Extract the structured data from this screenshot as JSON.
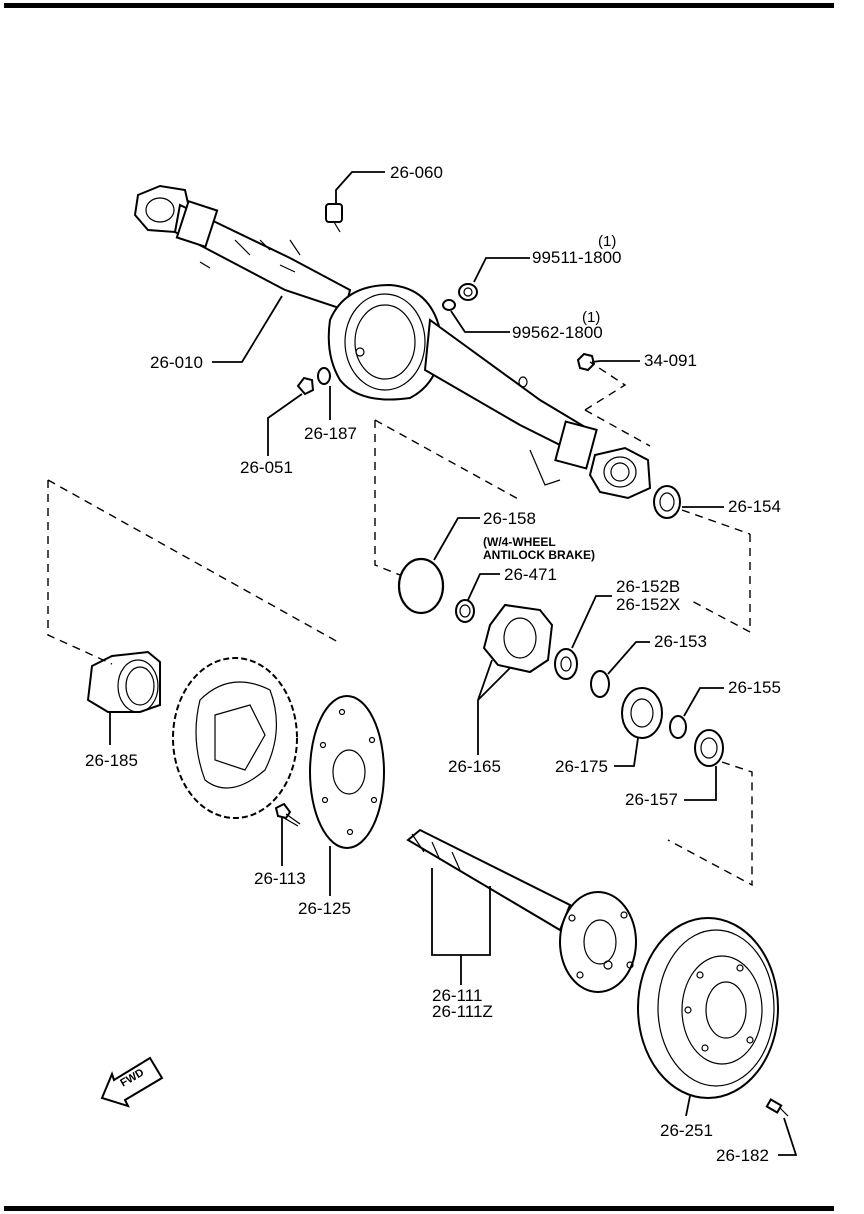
{
  "diagram": {
    "fwd_label": "FWD",
    "callouts": [
      {
        "id": "26-060",
        "label": "26-060"
      },
      {
        "id": "99511-1800",
        "label": "99511-1800",
        "qty": "(1)"
      },
      {
        "id": "99562-1800",
        "label": "99562-1800",
        "qty": "(1)"
      },
      {
        "id": "34-091",
        "label": "34-091"
      },
      {
        "id": "26-010",
        "label": "26-010"
      },
      {
        "id": "26-187",
        "label": "26-187"
      },
      {
        "id": "26-051",
        "label": "26-051"
      },
      {
        "id": "26-154",
        "label": "26-154"
      },
      {
        "id": "26-158",
        "label": "26-158",
        "note_1": "(W/4-WHEEL",
        "note_2": "ANTILOCK BRAKE)"
      },
      {
        "id": "26-471",
        "label": "26-471"
      },
      {
        "id": "26-152",
        "label_1": "26-152B",
        "label_2": "26-152X"
      },
      {
        "id": "26-153",
        "label": "26-153"
      },
      {
        "id": "26-155",
        "label": "26-155"
      },
      {
        "id": "26-185",
        "label": "26-185"
      },
      {
        "id": "26-165",
        "label": "26-165"
      },
      {
        "id": "26-175",
        "label": "26-175"
      },
      {
        "id": "26-157",
        "label": "26-157"
      },
      {
        "id": "26-113",
        "label": "26-113"
      },
      {
        "id": "26-125",
        "label": "26-125"
      },
      {
        "id": "26-111",
        "label_1": "26-111",
        "label_2": "26-111Z"
      },
      {
        "id": "26-251",
        "label": "26-251"
      },
      {
        "id": "26-182",
        "label": "26-182"
      }
    ]
  }
}
